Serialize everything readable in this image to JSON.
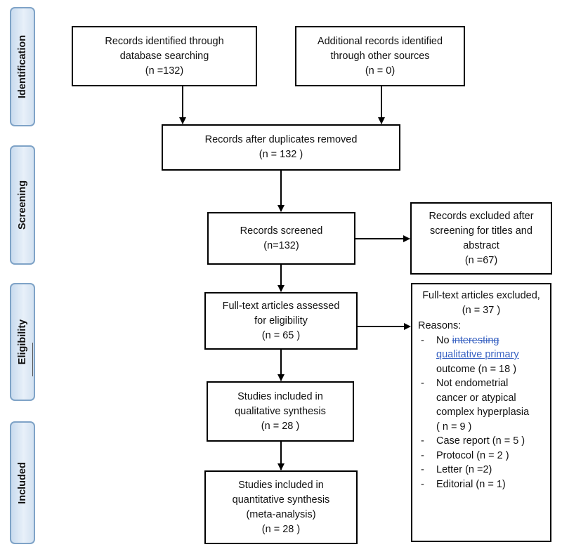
{
  "stages": {
    "identification": "Identification",
    "screening": "Screening",
    "eligibility": "Eligibility",
    "included": "Included"
  },
  "boxes": {
    "database": {
      "line1": "Records identified through",
      "line2": "database searching",
      "line3": "(n =132)"
    },
    "other_sources": {
      "line1": "Additional records identified",
      "line2": "through other sources",
      "line3": "(n = 0)"
    },
    "after_duplicates": {
      "line1": "Records after duplicates removed",
      "line2": "(n = 132 )"
    },
    "screened": {
      "line1": "Records screened",
      "line2": "(n=132)"
    },
    "excluded_screening": {
      "line1": "Records excluded after",
      "line2": "screening for titles and",
      "line3": "abstract",
      "line4": "(n =67)"
    },
    "full_text": {
      "line1": "Full-text articles assessed",
      "line2": "for eligibility",
      "line3": "(n = 65 )"
    },
    "qualitative": {
      "line1": "Studies included in",
      "line2": "qualitative synthesis",
      "line3": "(n = 28 )"
    },
    "quantitative": {
      "line1": "Studies included in",
      "line2": "quantitative synthesis",
      "line3": "(meta-analysis)",
      "line4": "(n = 28 )"
    }
  },
  "full_text_excluded": {
    "title": "Full-text articles excluded,",
    "count": "(n = 37 )",
    "reasons_label": "Reasons:",
    "reason1": {
      "prefix": "No ",
      "struck": "interesting",
      "underlined": "qualitative primary",
      "suffix": "outcome (n = 18 )"
    },
    "reason2": {
      "line1": "Not endometrial",
      "line2": "cancer or atypical",
      "line3": "complex hyperplasia",
      "line4": "( n = 9 )"
    },
    "reason3": "Case report (n = 5 )",
    "reason4": "Protocol (n = 2 )",
    "reason5": "Letter (n =2)",
    "reason6": "Editorial (n = 1)"
  },
  "colors": {
    "stage_border": "#7fa3c7",
    "stage_fill": "#c9dbee",
    "tracked_change": "#3a63c2",
    "line": "#000000"
  }
}
